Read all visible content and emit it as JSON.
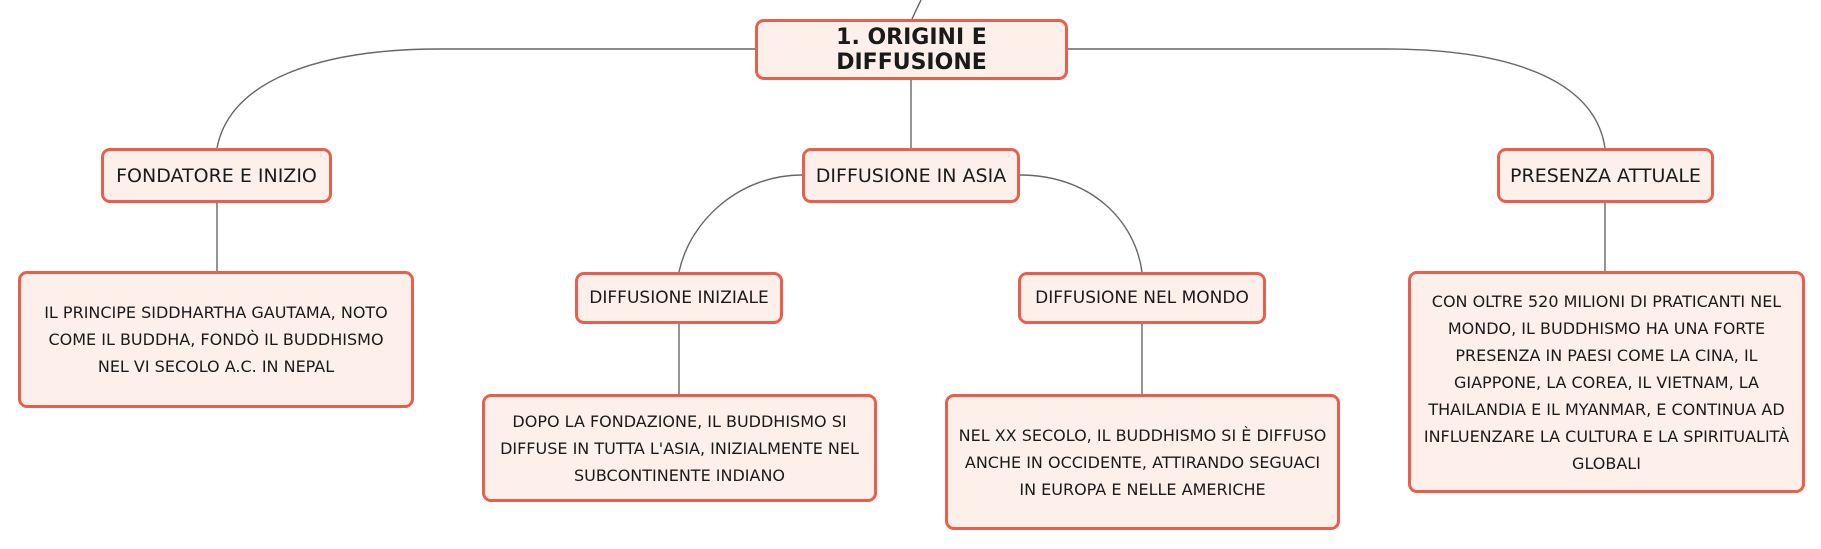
{
  "colors": {
    "node_fill": "#fdf0eb",
    "node_border": "#e8604c",
    "connector": "#666666",
    "text": "#1a1a1a"
  },
  "mindmap": {
    "root": {
      "label": "1. ORIGINI E DIFFUSIONE"
    },
    "branches": {
      "fondatore": {
        "label": "FONDATORE E INIZIO",
        "detail": "IL PRINCIPE SIDDHARTHA GAUTAMA, NOTO COME IL BUDDHA, FONDÒ IL BUDDHISMO NEL VI SECOLO A.C. IN NEPAL"
      },
      "asia": {
        "label": "DIFFUSIONE IN ASIA",
        "iniziale": {
          "label": "DIFFUSIONE INIZIALE",
          "detail": "DOPO LA FONDAZIONE, IL BUDDHISMO SI DIFFUSE IN TUTTA L'ASIA, INIZIALMENTE NEL SUBCONTINENTE INDIANO"
        },
        "mondo": {
          "label": "DIFFUSIONE NEL MONDO",
          "detail": "NEL XX SECOLO, IL BUDDHISMO SI È DIFFUSO ANCHE IN OCCIDENTE, ATTIRANDO SEGUACI IN EUROPA E NELLE AMERICHE"
        }
      },
      "presenza": {
        "label": "PRESENZA ATTUALE",
        "detail": "CON OLTRE 520 MILIONI DI PRATICANTI NEL MONDO, IL BUDDHISMO HA UNA FORTE PRESENZA IN PAESI COME LA CINA, IL GIAPPONE, LA COREA, IL VIETNAM, LA THAILANDIA E IL MYANMAR, E CONTINUA AD INFLUENZARE LA CULTURA E LA SPIRITUALITÀ GLOBALI"
      }
    }
  }
}
